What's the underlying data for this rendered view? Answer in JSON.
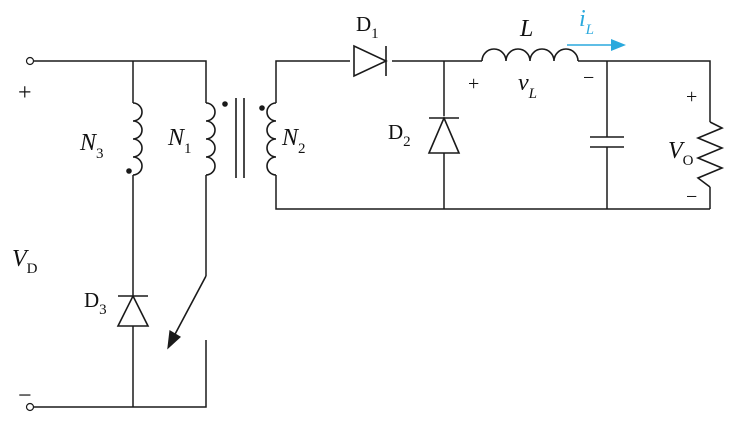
{
  "labels": {
    "input_plus": "+",
    "input_minus": "−",
    "input_voltage": "V",
    "input_voltage_sub": "D",
    "n3": "N",
    "n3_sub": "3",
    "n1": "N",
    "n1_sub": "1",
    "n2": "N",
    "n2_sub": "2",
    "d1": "D",
    "d1_sub": "1",
    "d2": "D",
    "d2_sub": "2",
    "d3": "D",
    "d3_sub": "3",
    "inductor": "L",
    "inductor_voltage": "v",
    "inductor_voltage_sub": "L",
    "inductor_plus": "+",
    "inductor_minus": "−",
    "inductor_current": "i",
    "inductor_current_sub": "L",
    "output_plus": "+",
    "output_minus": "−",
    "output_voltage": "V",
    "output_voltage_sub": "O"
  },
  "colors": {
    "wire": "#1a1a1a",
    "current_arrow": "#2aa9dd"
  },
  "icons": {
    "diode": "diode-symbol",
    "inductor": "inductor-coil",
    "capacitor": "capacitor-symbol",
    "resistor": "resistor-zigzag",
    "switch": "switch-symbol",
    "transformer": "transformer-core"
  }
}
